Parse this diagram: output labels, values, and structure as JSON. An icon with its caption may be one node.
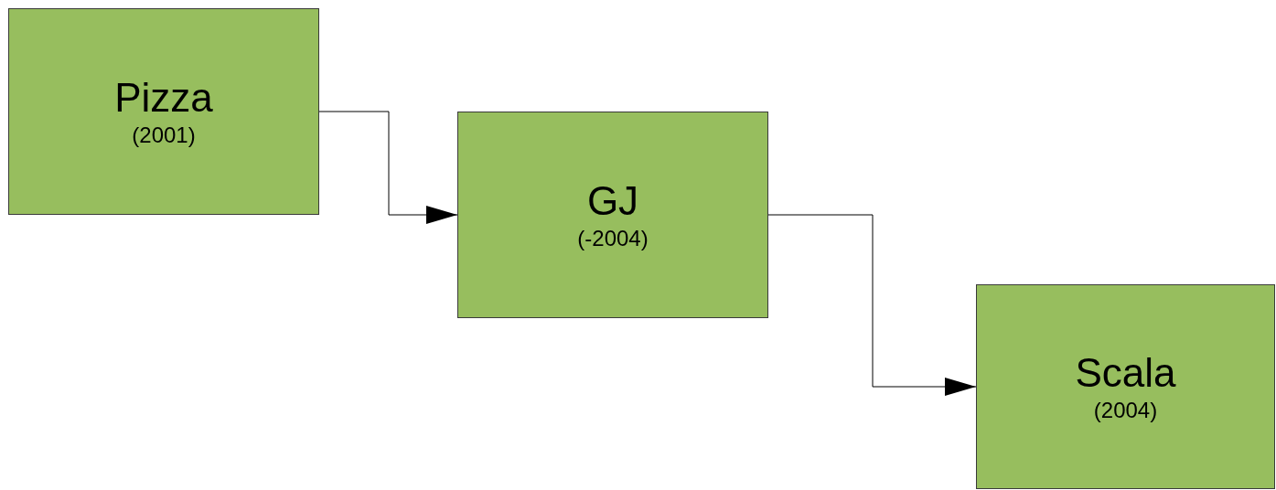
{
  "diagram": {
    "nodes": [
      {
        "text": [
          "Pizza",
          "(2001)"
        ]
      },
      {
        "text": [
          "GJ",
          "(-2004)"
        ]
      },
      {
        "text": [
          "Scala",
          "(2004)"
        ]
      }
    ],
    "edges": [
      {
        "from": 0,
        "to": 1,
        "arrow": "to"
      },
      {
        "from": 1,
        "to": 2,
        "arrow": "to"
      }
    ]
  }
}
